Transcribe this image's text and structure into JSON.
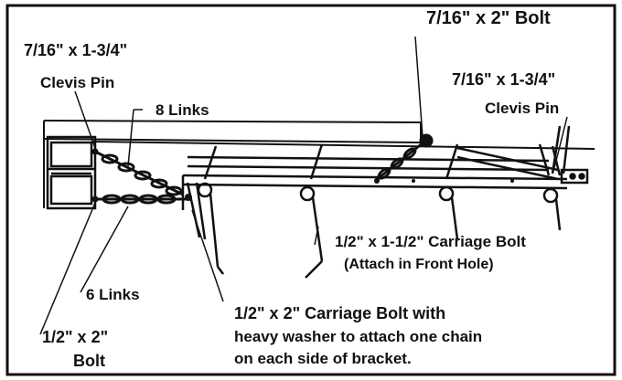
{
  "labels": {
    "bolt_top_size": "7/16\" x 2\"",
    "bolt_top_word": "Bolt",
    "clevis_left_size": "7/16\" x 1-3/4\"",
    "clevis_left_word": "Clevis Pin",
    "clevis_right_size": "7/16\" x 1-3/4\"",
    "clevis_right_word": "Clevis Pin",
    "eight_links": "8 Links",
    "six_links": "6 Links",
    "carriage_front_1": "1/2\" x 1-1/2\" Carriage Bolt",
    "carriage_front_2": "(Attach in Front Hole)",
    "carriage_bracket_1": "1/2\" x 2\" Carriage Bolt with",
    "carriage_bracket_2": "heavy washer to attach one chain",
    "carriage_bracket_3": "on each side of bracket.",
    "bolt_bottom_size": "1/2\" x 2\"",
    "bolt_bottom_word": "Bolt"
  },
  "colors": {
    "ink": "#111111",
    "paper": "#ffffff"
  }
}
